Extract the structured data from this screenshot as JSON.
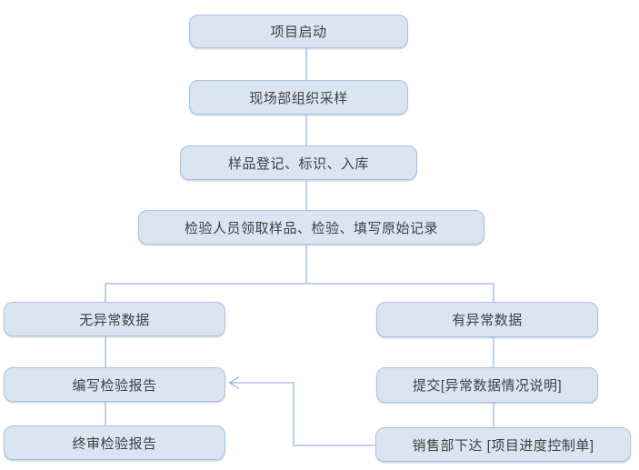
{
  "flowchart": {
    "nodes": [
      {
        "id": "project-start",
        "label": "项目启动"
      },
      {
        "id": "field-sampling",
        "label": "现场部组织采样"
      },
      {
        "id": "sample-registration",
        "label": "样品登记、标识、入库"
      },
      {
        "id": "inspection-record",
        "label": "检验人员领取样品、检验、填写原始记录"
      },
      {
        "id": "no-abnormal-data",
        "label": "无异常数据"
      },
      {
        "id": "abnormal-data",
        "label": "有异常数据"
      },
      {
        "id": "write-report",
        "label": "编写检验报告"
      },
      {
        "id": "submit-explanation",
        "label": "提交[异常数据情况说明]"
      },
      {
        "id": "final-review",
        "label": "终审检验报告"
      },
      {
        "id": "sales-control-sheet",
        "label": "销售部下达 [项目进度控制单]"
      }
    ],
    "edges": [
      {
        "from": "project-start",
        "to": "field-sampling",
        "type": "straight"
      },
      {
        "from": "field-sampling",
        "to": "sample-registration",
        "type": "straight"
      },
      {
        "from": "sample-registration",
        "to": "inspection-record",
        "type": "straight"
      },
      {
        "from": "inspection-record",
        "to": "no-abnormal-data",
        "type": "branch"
      },
      {
        "from": "inspection-record",
        "to": "abnormal-data",
        "type": "branch"
      },
      {
        "from": "no-abnormal-data",
        "to": "write-report",
        "type": "straight"
      },
      {
        "from": "write-report",
        "to": "final-review",
        "type": "straight"
      },
      {
        "from": "abnormal-data",
        "to": "submit-explanation",
        "type": "straight"
      },
      {
        "from": "submit-explanation",
        "to": "sales-control-sheet",
        "type": "straight"
      },
      {
        "from": "sales-control-sheet",
        "to": "write-report",
        "type": "elbow-arrow"
      }
    ],
    "colors": {
      "box_fill": "#dbe5f2",
      "box_border": "#a9c2e2",
      "connector": "#9fb6d9",
      "text": "#3f3f3f",
      "background": "#ffffff"
    }
  }
}
